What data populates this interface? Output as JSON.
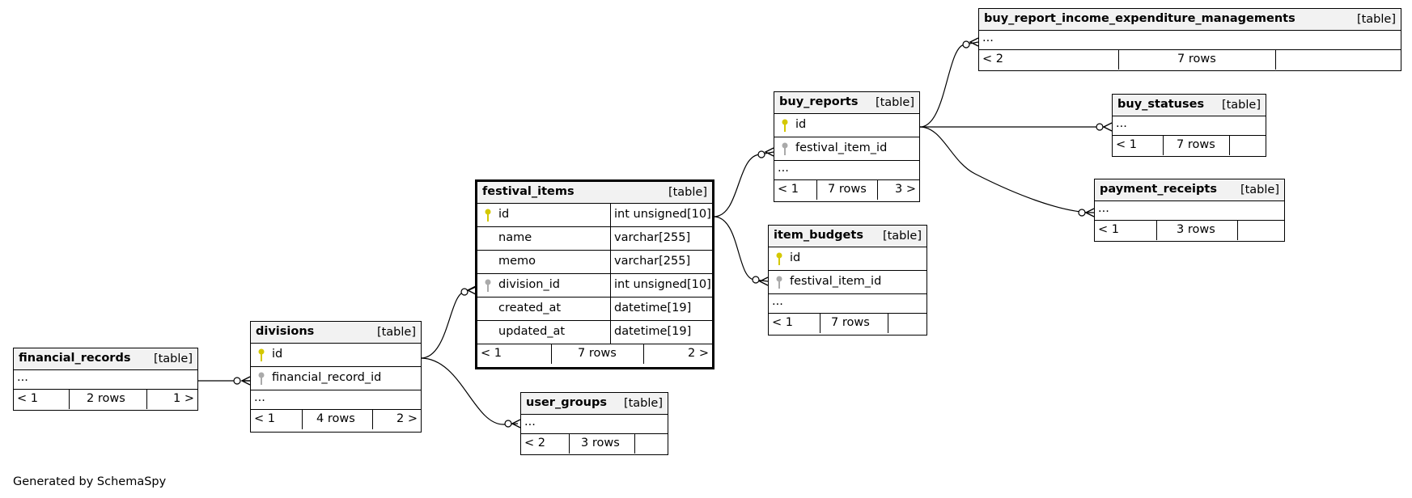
{
  "credit": "Generated by SchemaSpy",
  "table_type_label": "[table]",
  "ellipsis": "...",
  "tables": {
    "buy_report_income_expenditure_managements": {
      "name": "buy_report_income_expenditure_managements",
      "prev": "< 2",
      "rows": "7 rows",
      "next": ""
    },
    "buy_reports": {
      "name": "buy_reports",
      "cols": [
        "id",
        "festival_item_id"
      ],
      "prev": "< 1",
      "rows": "7 rows",
      "next": "3 >"
    },
    "buy_statuses": {
      "name": "buy_statuses",
      "prev": "< 1",
      "rows": "7 rows",
      "next": ""
    },
    "payment_receipts": {
      "name": "payment_receipts",
      "prev": "< 1",
      "rows": "3 rows",
      "next": ""
    },
    "festival_items": {
      "name": "festival_items",
      "cols": [
        {
          "name": "id",
          "type": "int unsigned[10]"
        },
        {
          "name": "name",
          "type": "varchar[255]"
        },
        {
          "name": "memo",
          "type": "varchar[255]"
        },
        {
          "name": "division_id",
          "type": "int unsigned[10]"
        },
        {
          "name": "created_at",
          "type": "datetime[19]"
        },
        {
          "name": "updated_at",
          "type": "datetime[19]"
        }
      ],
      "prev": "< 1",
      "rows": "7 rows",
      "next": "2 >"
    },
    "item_budgets": {
      "name": "item_budgets",
      "cols": [
        "id",
        "festival_item_id"
      ],
      "prev": "< 1",
      "rows": "7 rows",
      "next": ""
    },
    "divisions": {
      "name": "divisions",
      "cols": [
        "id",
        "financial_record_id"
      ],
      "prev": "< 1",
      "rows": "4 rows",
      "next": "2 >"
    },
    "financial_records": {
      "name": "financial_records",
      "prev": "< 1",
      "rows": "2 rows",
      "next": "1 >"
    },
    "user_groups": {
      "name": "user_groups",
      "prev": "< 2",
      "rows": "3 rows",
      "next": ""
    }
  },
  "colors": {
    "primary_key": "#d4c800",
    "foreign_key": "#aaaaaa",
    "header_bg": "#f2f2f2",
    "line": "#000000"
  }
}
